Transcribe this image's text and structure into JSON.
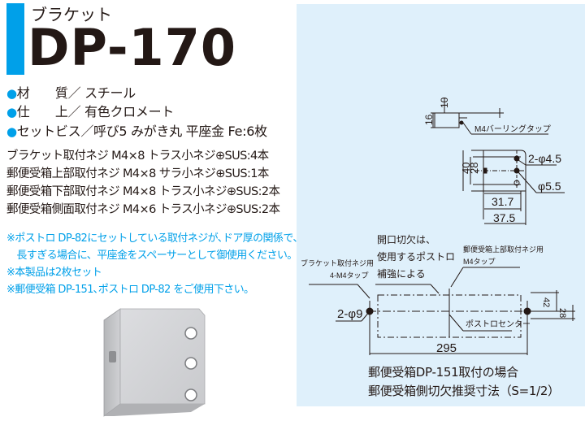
{
  "header": {
    "category": "ブラケット",
    "model": "DP-170",
    "accent_color": "#00a0e9"
  },
  "specs": [
    {
      "bullet": "●",
      "key": "材　　質",
      "sep": "／",
      "value": "スチール"
    },
    {
      "bullet": "●",
      "key": "仕　　上",
      "sep": "／",
      "value": "有色クロメート"
    },
    {
      "bullet": "●",
      "key": "セットビス",
      "sep": "／",
      "value": "呼び5 みがき丸 平座金 Fe:6枚"
    }
  ],
  "screws": [
    "ブラケット取付ネジ  M4×8 トラス小ネジ⊕SUS:4本",
    "郵便受箱上部取付ネジ  M4×8 サラ小ネジ⊕SUS:1本",
    "郵便受箱下部取付ネジ  M4×8 トラス小ネジ⊕SUS:2本",
    "郵便受箱側面取付ネジ  M4×6 トラス小ネジ⊕SUS:2本"
  ],
  "notes": [
    "※ポストロ DP-82にセットしている取付ネジが､ドア厚の関係で､",
    "　長すぎる場合に、平座金をスペーサーとして御使用ください。",
    "※本製品は2枚セット",
    "※郵便受箱 DP-151､ポストロ DP-82 をご使用下さい。"
  ],
  "photo": {
    "alt": "L-shaped steel bracket with three holes"
  },
  "drawing_top": {
    "dims": {
      "width_top": "10",
      "height_side": "16",
      "tap_label": "M4バーリングタップ"
    },
    "front": {
      "h_outer": "40",
      "h_inner": "28",
      "w_inner": "31.7",
      "w_outer": "37.5",
      "hole_small": "2-φ4.5",
      "hole_large": "φ5.5"
    }
  },
  "drawing_bottom": {
    "callout_opening": [
      "開口切欠は、",
      "使用するポストロ",
      "補強による"
    ],
    "callout_bracket": [
      "ブラケット取付ネジ用",
      "4-M4タップ"
    ],
    "callout_top_screw": [
      "郵便受箱上部取付ネジ用",
      "M4タップ"
    ],
    "hole_label": "2-φ9",
    "center_label": "ポストロセンター",
    "dim_width": "295",
    "dim_42": "42",
    "dim_28": "28"
  },
  "caption": [
    "郵便受箱DP-151取付の場合",
    "郵便受箱側切欠推奨寸法（S=1/2）"
  ]
}
